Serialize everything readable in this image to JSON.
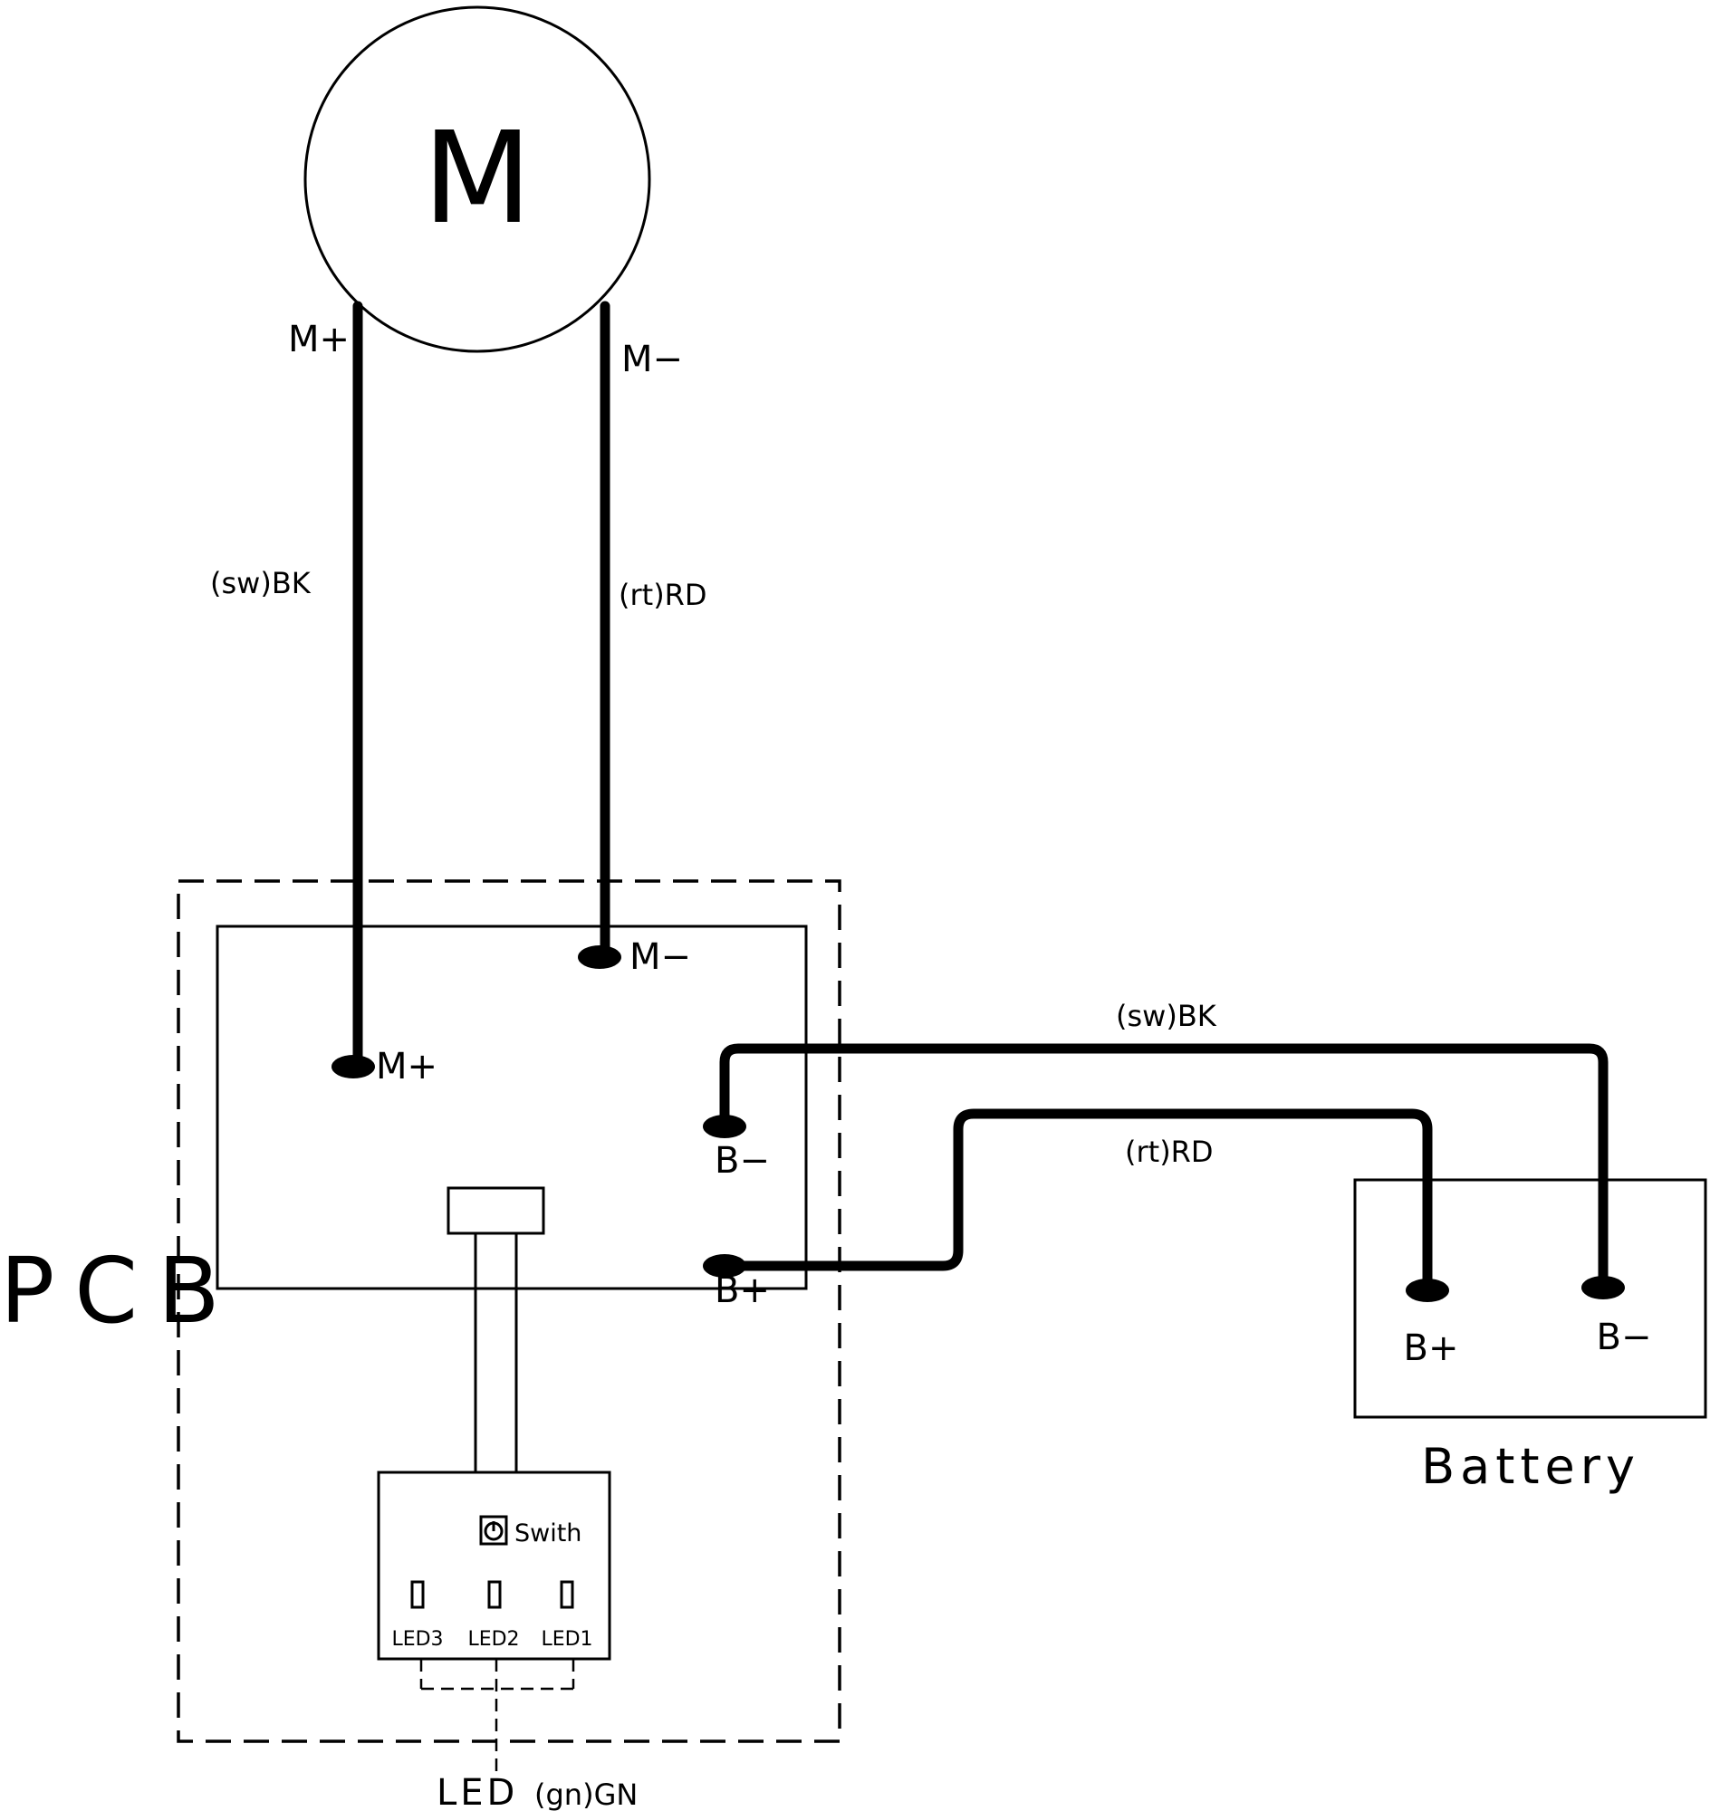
{
  "motor": {
    "symbol": "M",
    "pos_terminal": "M+",
    "neg_terminal": "M−"
  },
  "wires": {
    "motor_pos_color": "(sw)BK",
    "motor_neg_color": "(rt)RD",
    "battery_neg_color": "(sw)BK",
    "battery_pos_color": "(rt)RD"
  },
  "pcb": {
    "label": "PCB",
    "terminal_m_pos": "M+",
    "terminal_m_neg": "M−",
    "terminal_b_neg": "B−",
    "terminal_b_pos": "B+"
  },
  "control_panel": {
    "switch_label": "Swith",
    "leds": [
      "LED3",
      "LED2",
      "LED1"
    ]
  },
  "led_line_label": "LED",
  "led_line_color": "(gn)GN",
  "battery": {
    "label": "Battery",
    "terminal_pos": "B+",
    "terminal_neg": "B−"
  }
}
